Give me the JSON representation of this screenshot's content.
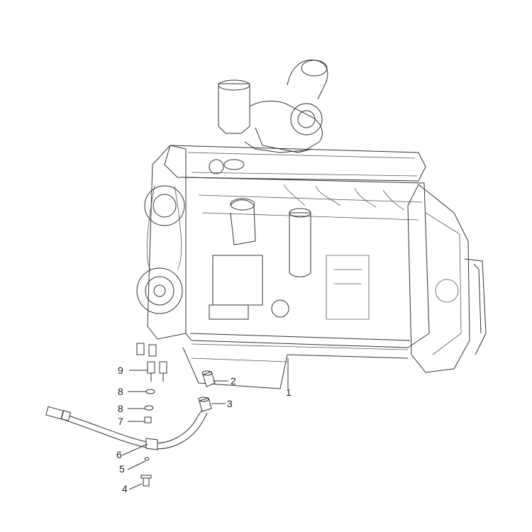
{
  "figure": {
    "background": "#ffffff",
    "line_color": "#333333",
    "subject": "engine-exploded-view"
  },
  "callouts": [
    {
      "id": "c1",
      "label": "1"
    },
    {
      "id": "c2",
      "label": "2"
    },
    {
      "id": "c3",
      "label": "3"
    },
    {
      "id": "c4",
      "label": "4"
    },
    {
      "id": "c5",
      "label": "5"
    },
    {
      "id": "c6",
      "label": "6"
    },
    {
      "id": "c7",
      "label": "7"
    },
    {
      "id": "c8a",
      "label": "8"
    },
    {
      "id": "c8b",
      "label": "8"
    },
    {
      "id": "c9",
      "label": "9"
    }
  ]
}
